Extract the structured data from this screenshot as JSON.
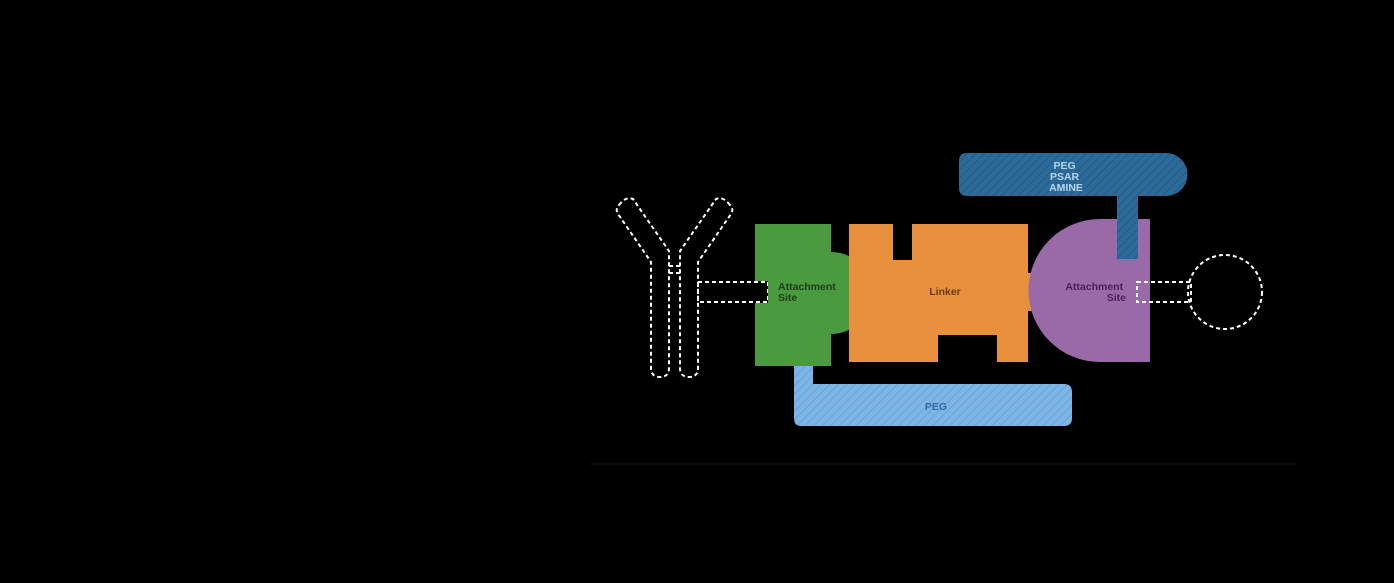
{
  "diagram": {
    "left_attachment": {
      "line1": "Attachment",
      "line2": "Site",
      "color": "#4a9a3f",
      "text_color": "#1f3d1a"
    },
    "linker": {
      "label": "Linker",
      "color": "#e8903c",
      "text_color": "#6b3a12"
    },
    "right_attachment": {
      "line1": "Attachment",
      "line2": "Site",
      "color": "#9a6aa8",
      "text_color": "#4a1d5a"
    },
    "top_tag": {
      "lines": [
        "PEG",
        "PSAR",
        "AMINE"
      ],
      "color": "#2c6a9a",
      "text_color": "#b8d4ec"
    },
    "bottom_tag": {
      "label": "PEG",
      "color": "#7fb5e6",
      "text_color": "#2f6aa8"
    },
    "antibody": {
      "icon": "antibody-icon",
      "style": "dashed-outline"
    },
    "payload": {
      "icon": "payload-circle-icon",
      "style": "dashed-outline"
    }
  }
}
